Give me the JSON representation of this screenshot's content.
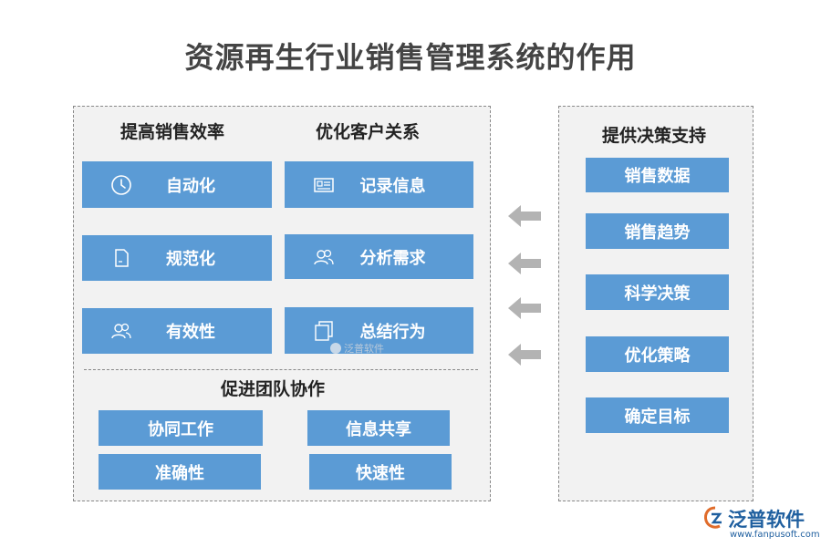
{
  "title": "资源再生行业销售管理系统的作用",
  "left": {
    "efficiency": {
      "heading": "提高销售效率",
      "items": [
        {
          "label": "自动化",
          "icon": "clock-icon"
        },
        {
          "label": "规范化",
          "icon": "document-icon"
        },
        {
          "label": "有效性",
          "icon": "users-icon"
        }
      ]
    },
    "customer": {
      "heading": "优化客户关系",
      "items": [
        {
          "label": "记录信息",
          "icon": "id-card-icon"
        },
        {
          "label": "分析需求",
          "icon": "users-icon"
        },
        {
          "label": "总结行为",
          "icon": "files-icon"
        }
      ]
    },
    "team": {
      "heading": "促进团队协作",
      "items": [
        {
          "label": "协同工作"
        },
        {
          "label": "信息共享"
        },
        {
          "label": "准确性"
        },
        {
          "label": "快速性"
        }
      ]
    }
  },
  "right": {
    "heading": "提供决策支持",
    "items": [
      "销售数据",
      "销售趋势",
      "科学决策",
      "优化策略",
      "确定目标"
    ]
  },
  "arrows": {
    "count": 4,
    "direction": "left",
    "color": "#b3b3b3"
  },
  "watermark": "泛普软件",
  "logo": {
    "name": "泛普软件",
    "url": "www.fanpusoft.com"
  },
  "colors": {
    "box": "#5b9bd5",
    "panel": "#f2f2f2",
    "title": "#444444",
    "logo": "#1f5f9f"
  }
}
